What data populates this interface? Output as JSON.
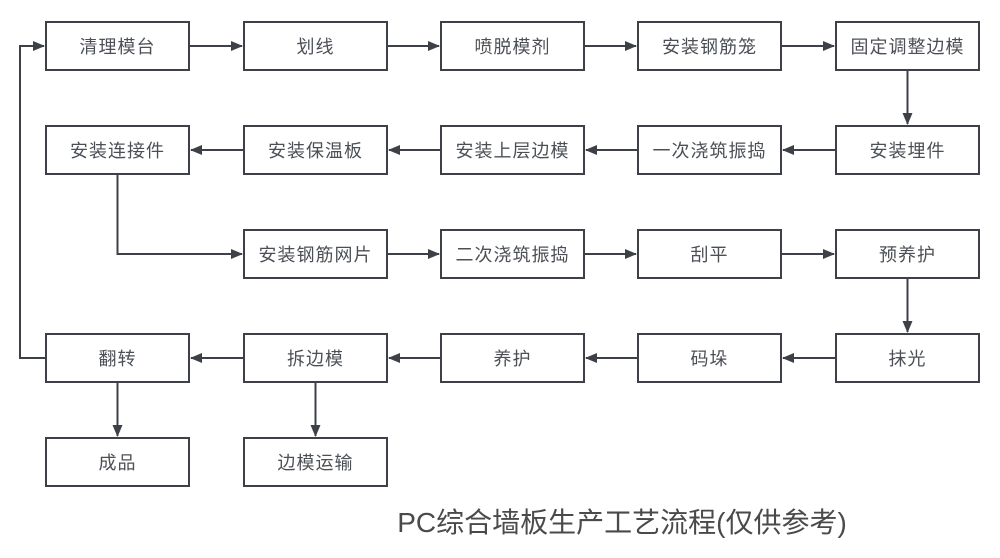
{
  "diagram": {
    "caption": "PC综合墙板生产工艺流程(仅供参考)",
    "colors": {
      "line": "#3d4147",
      "box_border": "#3d4147",
      "box_fill": "#ffffff",
      "node_text": "#4c5056",
      "caption_text": "#4a4a4a",
      "background": "#ffffff"
    },
    "nodes": [
      {
        "label": "清理模台"
      },
      {
        "label": "划线"
      },
      {
        "label": "喷脱模剂"
      },
      {
        "label": "安装钢筋笼"
      },
      {
        "label": "固定调整边模"
      },
      {
        "label": "安装埋件"
      },
      {
        "label": "一次浇筑振捣"
      },
      {
        "label": "安装上层边模"
      },
      {
        "label": "安装保温板"
      },
      {
        "label": "安装连接件"
      },
      {
        "label": "安装钢筋网片"
      },
      {
        "label": "二次浇筑振捣"
      },
      {
        "label": "刮平"
      },
      {
        "label": "预养护"
      },
      {
        "label": "抹光"
      },
      {
        "label": "码垛"
      },
      {
        "label": "养护"
      },
      {
        "label": "拆边模"
      },
      {
        "label": "翻转"
      },
      {
        "label": "成品"
      },
      {
        "label": "边模运输"
      }
    ],
    "edges": [
      {
        "from": "清理模台",
        "to": "划线"
      },
      {
        "from": "划线",
        "to": "喷脱模剂"
      },
      {
        "from": "喷脱模剂",
        "to": "安装钢筋笼"
      },
      {
        "from": "安装钢筋笼",
        "to": "固定调整边模"
      },
      {
        "from": "固定调整边模",
        "to": "安装埋件"
      },
      {
        "from": "安装埋件",
        "to": "一次浇筑振捣"
      },
      {
        "from": "一次浇筑振捣",
        "to": "安装上层边模"
      },
      {
        "from": "安装上层边模",
        "to": "安装保温板"
      },
      {
        "from": "安装保温板",
        "to": "安装连接件"
      },
      {
        "from": "安装连接件",
        "to": "安装钢筋网片"
      },
      {
        "from": "安装钢筋网片",
        "to": "二次浇筑振捣"
      },
      {
        "from": "二次浇筑振捣",
        "to": "刮平"
      },
      {
        "from": "刮平",
        "to": "预养护"
      },
      {
        "from": "预养护",
        "to": "抹光"
      },
      {
        "from": "抹光",
        "to": "码垛"
      },
      {
        "from": "码垛",
        "to": "养护"
      },
      {
        "from": "养护",
        "to": "拆边模"
      },
      {
        "from": "拆边模",
        "to": "翻转"
      },
      {
        "from": "翻转",
        "to": "清理模台"
      },
      {
        "from": "翻转",
        "to": "成品"
      },
      {
        "from": "拆边模",
        "to": "边模运输"
      }
    ]
  }
}
